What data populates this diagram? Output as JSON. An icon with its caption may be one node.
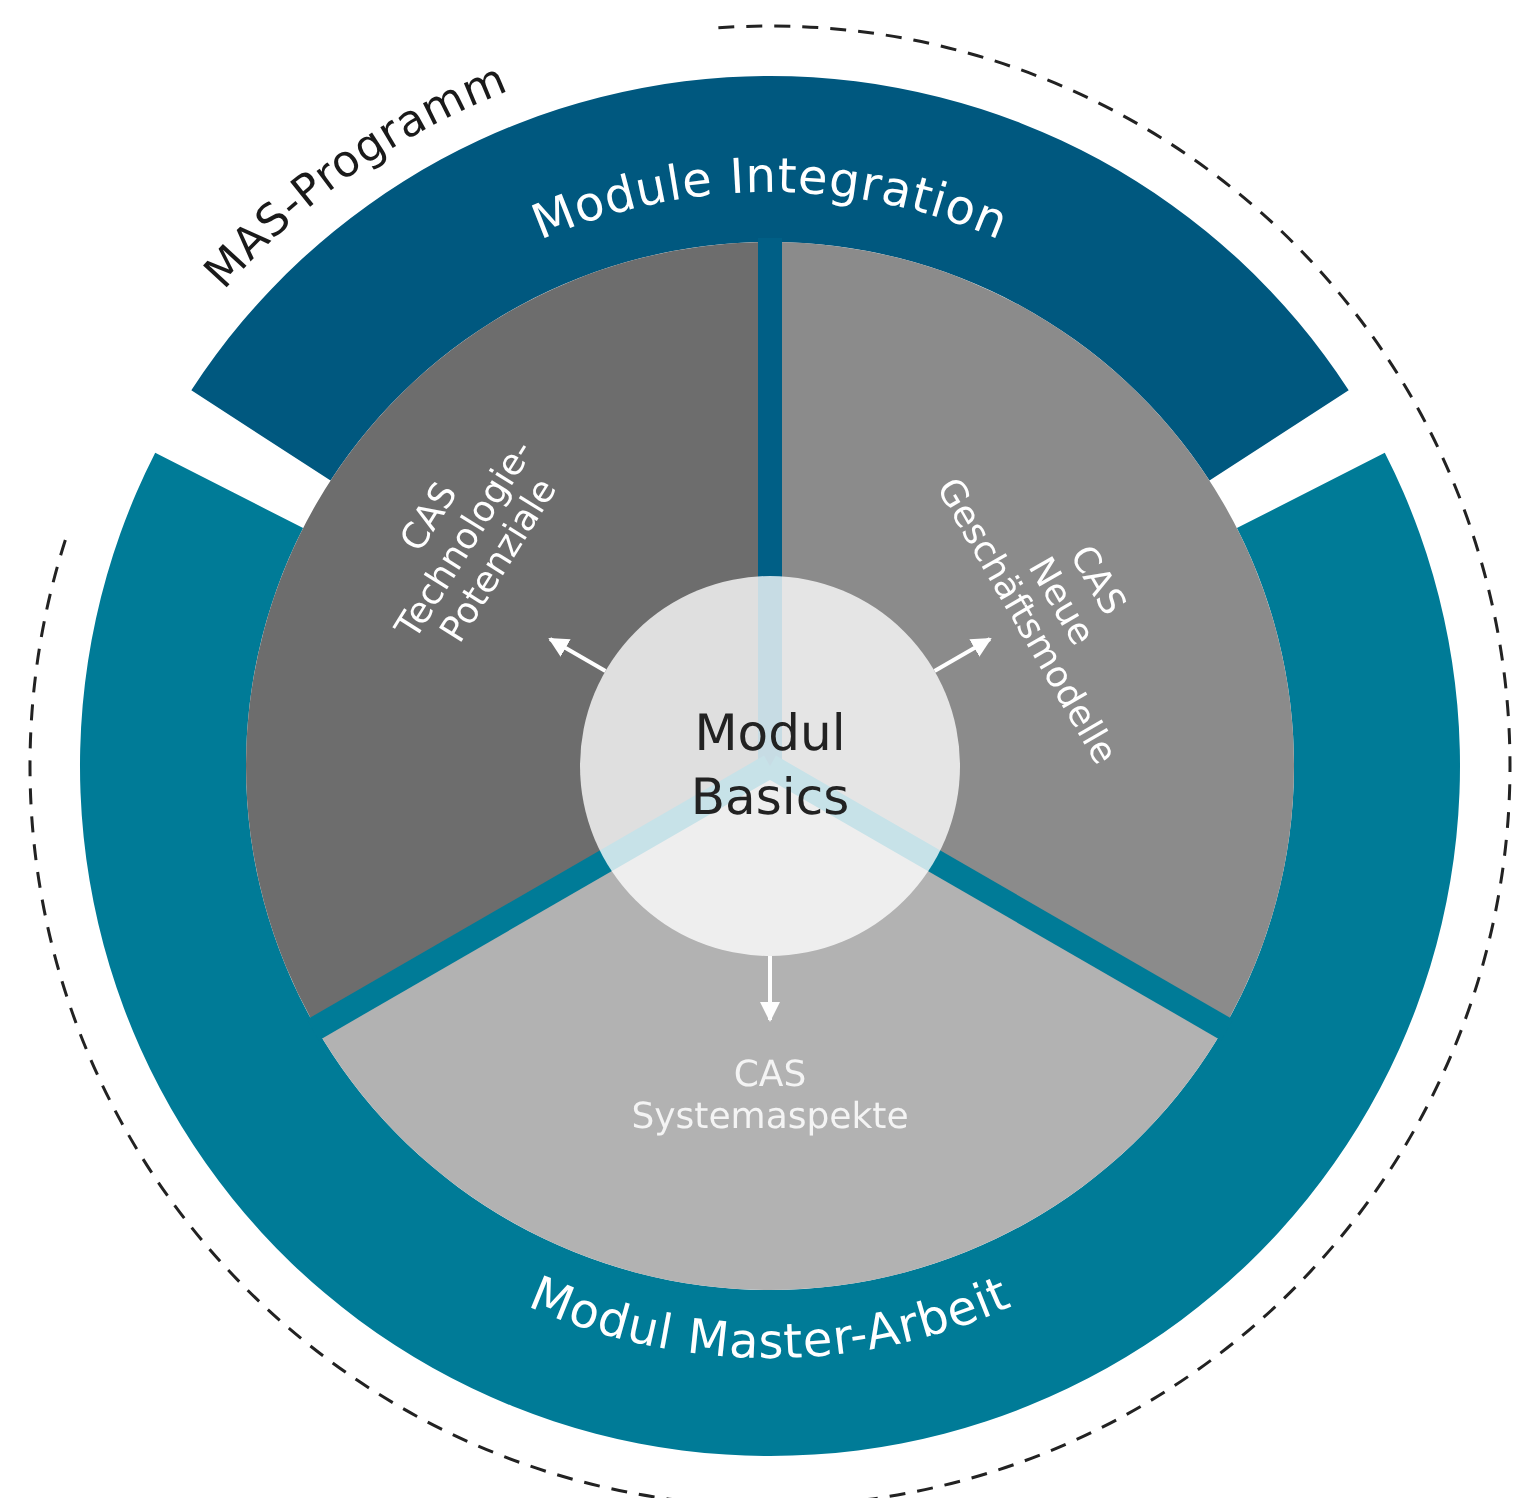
{
  "diagram": {
    "nodes": [
      {
        "text": [
          "MAS-Programm"
        ]
      },
      {
        "text": [
          "Module Integration"
        ],
        "in": 0
      },
      {
        "text": [
          "Modul Master-Arbeit"
        ],
        "in": 0
      },
      {
        "text": [
          "CAS",
          "Technologie-Potenziale"
        ],
        "in": 0
      },
      {
        "text": [
          "CAS",
          "Neue Geschäftsmodelle"
        ],
        "in": 0
      },
      {
        "text": [
          "CAS",
          "Systemaspekte"
        ],
        "in": 0
      },
      {
        "text": [
          "Modul Basics"
        ],
        "in": 0
      }
    ],
    "edges": [
      {
        "from": 6,
        "to": 3,
        "arrow": "to"
      },
      {
        "from": 6,
        "to": 4,
        "arrow": "to"
      },
      {
        "from": 6,
        "to": 5,
        "arrow": "to"
      }
    ]
  }
}
